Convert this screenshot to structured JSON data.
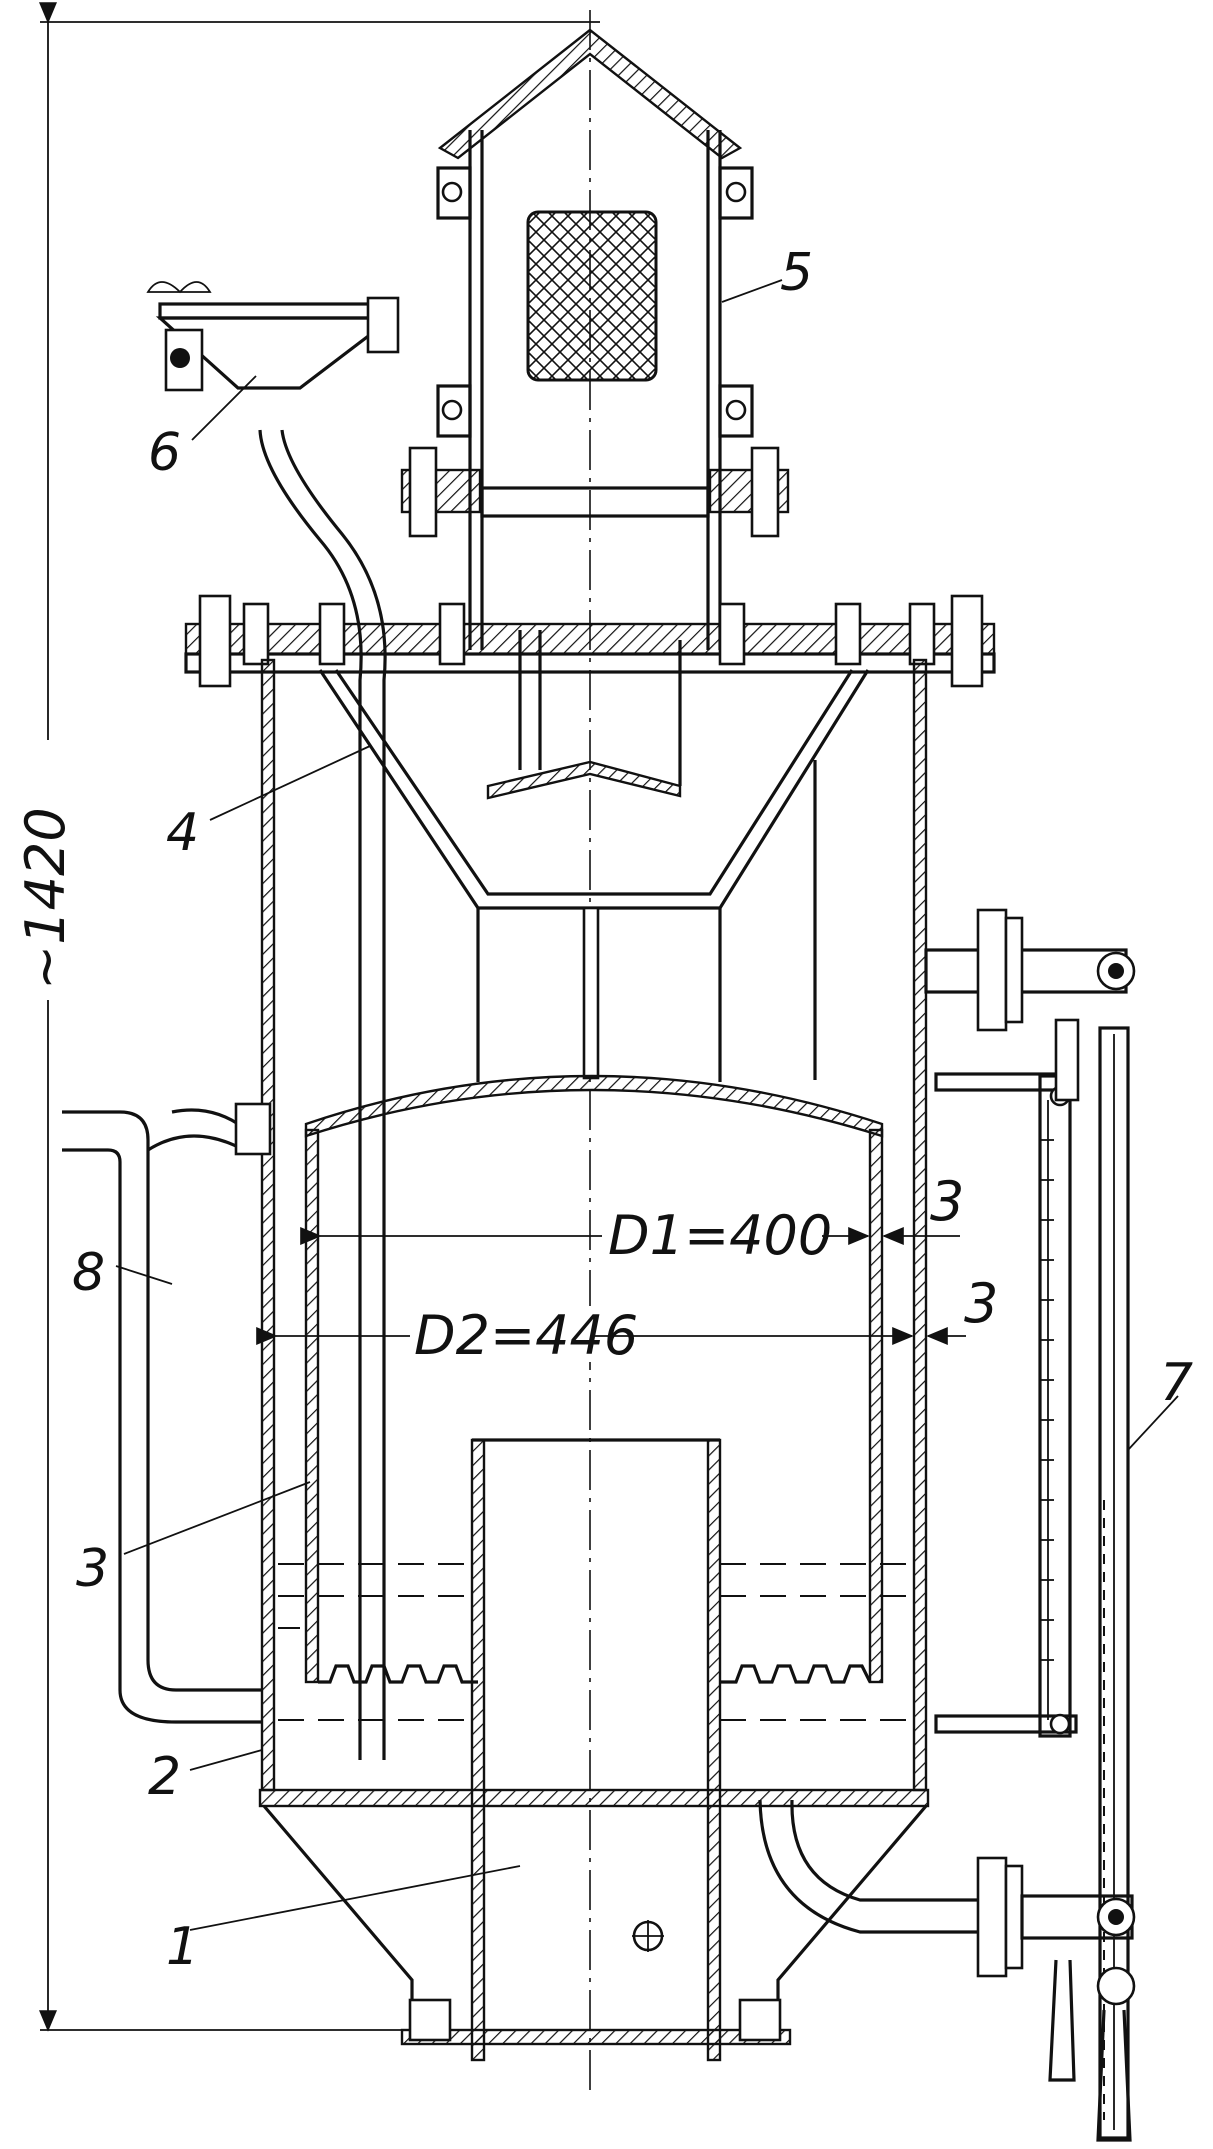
{
  "dimensions": {
    "overall_height": "~1420",
    "inner_diameter": "D1=400",
    "outer_diameter": "D2=446",
    "gap_inner": "3",
    "gap_outer": "3"
  },
  "part_labels": {
    "p1": "1",
    "p2": "2",
    "p3": "3",
    "p4": "4",
    "p5": "5",
    "p6": "6",
    "p7": "7",
    "p8": "8"
  }
}
